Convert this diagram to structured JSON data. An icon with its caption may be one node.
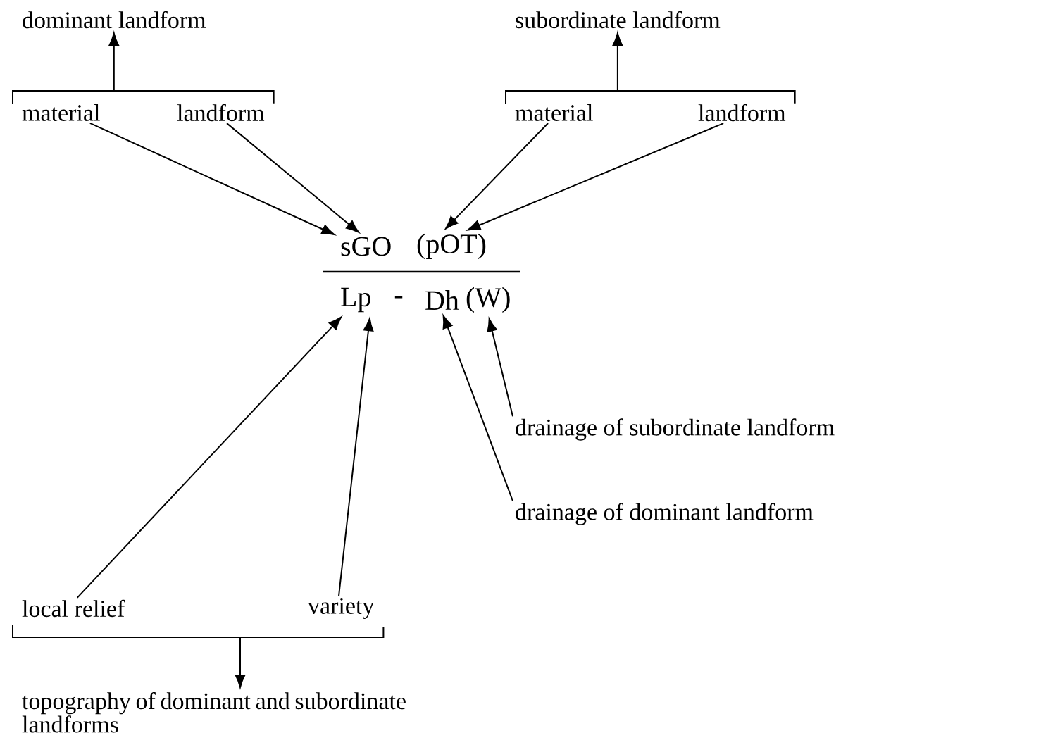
{
  "diagram": {
    "nodes": [
      {
        "text": [
          "dominant landform"
        ]
      },
      {
        "text": [
          "material"
        ]
      },
      {
        "text": [
          "landform"
        ]
      },
      {
        "text": [
          "subordinate landform"
        ]
      },
      {
        "text": [
          "material"
        ]
      },
      {
        "text": [
          "landform"
        ]
      },
      {
        "text": [
          "sGO"
        ]
      },
      {
        "text": [
          "(pOT)"
        ]
      },
      {
        "text": [
          "Lp"
        ]
      },
      {
        "text": [
          "Dh"
        ]
      },
      {
        "text": [
          "(W)"
        ]
      },
      {
        "text": [
          "drainage of subordinate landform"
        ]
      },
      {
        "text": [
          "drainage of dominant landform"
        ]
      },
      {
        "text": [
          "local relief"
        ]
      },
      {
        "text": [
          "variety"
        ]
      },
      {
        "text": [
          "topography of dominant and subordinate landforms"
        ]
      }
    ],
    "edges": [
      {
        "from": 1,
        "to": 0,
        "arrow": "to"
      },
      {
        "from": 2,
        "to": 0,
        "arrow": "to"
      },
      {
        "from": 4,
        "to": 3,
        "arrow": "to"
      },
      {
        "from": 5,
        "to": 3,
        "arrow": "to"
      },
      {
        "from": 1,
        "to": 6,
        "arrow": "to"
      },
      {
        "from": 2,
        "to": 6,
        "arrow": "to"
      },
      {
        "from": 4,
        "to": 7,
        "arrow": "to"
      },
      {
        "from": 5,
        "to": 7,
        "arrow": "to"
      },
      {
        "from": 13,
        "to": 8,
        "arrow": "to"
      },
      {
        "from": 14,
        "to": 8,
        "arrow": "to"
      },
      {
        "from": 12,
        "to": 9,
        "arrow": "to"
      },
      {
        "from": 11,
        "to": 10,
        "arrow": "to"
      },
      {
        "from": 13,
        "to": 15,
        "arrow": "to"
      },
      {
        "from": 14,
        "to": 15,
        "arrow": "to"
      }
    ],
    "labels": [
      "-"
    ]
  }
}
